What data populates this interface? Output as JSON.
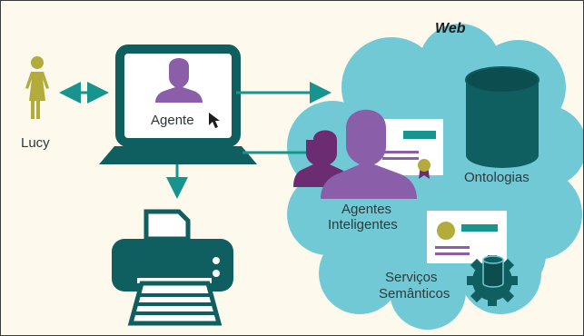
{
  "labels": {
    "web": "Web",
    "lucy": "Lucy",
    "agente": "Agente",
    "ontologias": "Ontologias",
    "agentes_line1": "Agentes",
    "agentes_line2": "Inteligentes",
    "servicos_line1": "Serviços",
    "servicos_line2": "Semânticos"
  },
  "colors": {
    "background": "#fdf9ec",
    "cloud": "#72c9d6",
    "teal_dark": "#0f5e60",
    "teal_accent": "#17948e",
    "purple": "#8a5ea8",
    "purple_dark": "#6b2c72",
    "lucy_olive": "#b3ab3c"
  },
  "icons": [
    "person-icon",
    "laptop-icon",
    "printer-icon",
    "database-icon",
    "gear-icon",
    "mouse-cursor-icon",
    "certificate-icon"
  ]
}
